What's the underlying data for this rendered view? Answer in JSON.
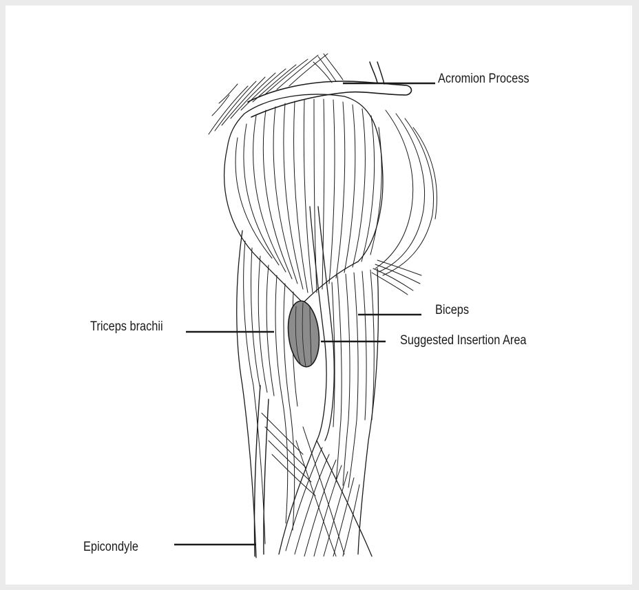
{
  "labels": {
    "acromion": "Acromion Process",
    "biceps": "Biceps",
    "triceps": "Triceps brachii",
    "insertion": "Suggested Insertion Area",
    "epicondyle": "Epicondyle"
  },
  "colors": {
    "line": "#1a1a1a",
    "insertion_fill": "#8c8c8c",
    "background": "#ffffff",
    "page": "#ebebeb"
  }
}
